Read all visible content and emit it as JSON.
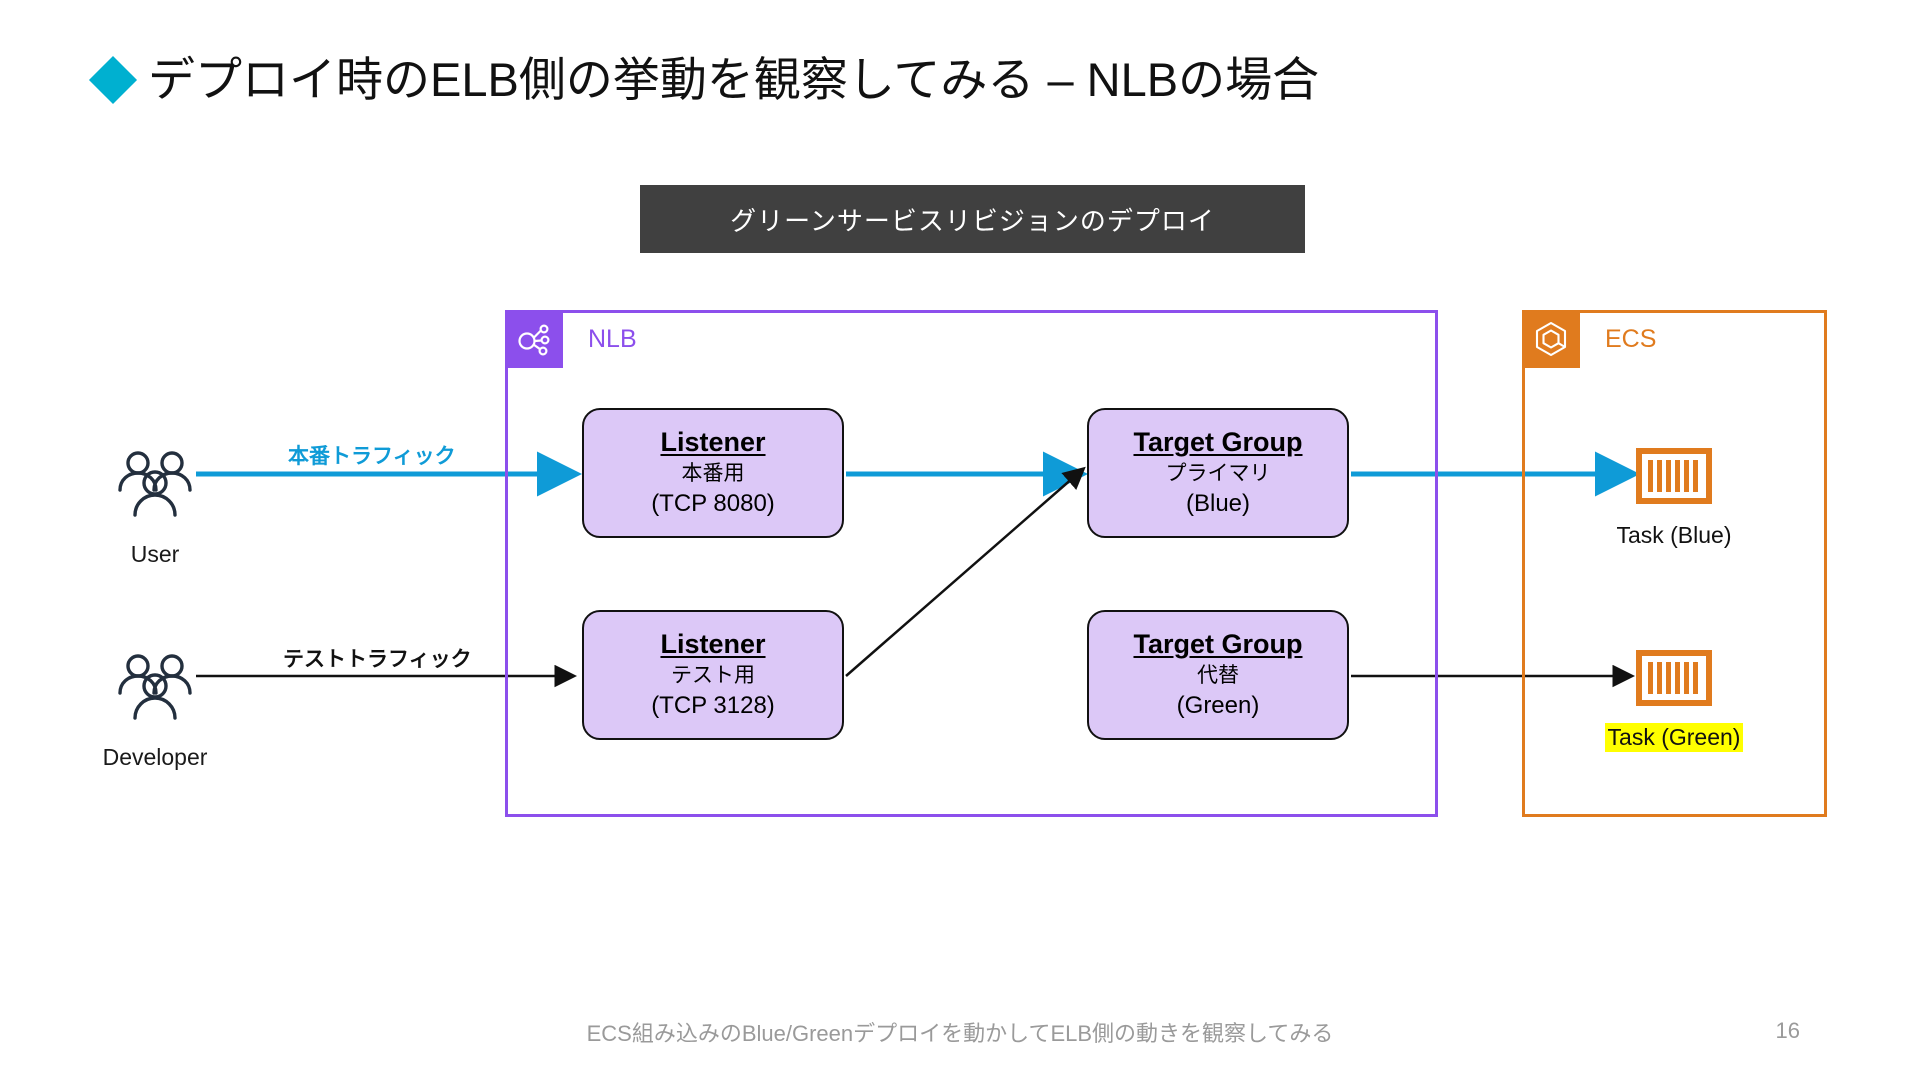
{
  "slide": {
    "title": "デプロイ時のELB側の挙動を観察してみる – NLBの場合",
    "title_bullet_icon": "diamond-bullet-icon",
    "banner_text": "グリーンサービスリビジョンのデプロイ",
    "footer_text": "ECS組み込みのBlue/Greenデプロイを動かしてELB側の動きを観察してみる",
    "page_number": "16"
  },
  "colors": {
    "accent_cyan": "#00B0D0",
    "traffic_blue": "#0F9BD7",
    "nlb_purple": "#8C4FEC",
    "ecs_orange": "#E07B1E",
    "node_fill": "#DCC8F7",
    "banner_bg": "#404040",
    "highlight_yellow": "#FFFF00"
  },
  "groups": {
    "nlb": {
      "label": "NLB",
      "icon": "network-load-balancer-icon"
    },
    "ecs": {
      "label": "ECS",
      "icon": "ecs-container-icon"
    }
  },
  "actors": [
    {
      "id": "user",
      "label": "User",
      "icon": "users-group-icon"
    },
    {
      "id": "developer",
      "label": "Developer",
      "icon": "users-group-icon"
    }
  ],
  "edge_labels": [
    {
      "id": "production",
      "text": "本番トラフィック"
    },
    {
      "id": "test",
      "text": "テストトラフィック"
    }
  ],
  "nodes": [
    {
      "id": "listener-prod",
      "title": "Listener",
      "sub": "本番用",
      "sub2": "(TCP 8080)"
    },
    {
      "id": "listener-test",
      "title": "Listener",
      "sub": "テスト用",
      "sub2": "(TCP 3128)"
    },
    {
      "id": "tg-blue",
      "title": "Target Group",
      "sub": "プライマリ",
      "sub2": "(Blue)"
    },
    {
      "id": "tg-green",
      "title": "Target Group",
      "sub": "代替",
      "sub2": "(Green)"
    }
  ],
  "tasks": [
    {
      "id": "task-blue",
      "label": "Task (Blue)",
      "icon": "ecs-task-container-icon",
      "highlighted": false
    },
    {
      "id": "task-green",
      "label": "Task (Green)",
      "icon": "ecs-task-container-icon",
      "highlighted": true
    }
  ]
}
